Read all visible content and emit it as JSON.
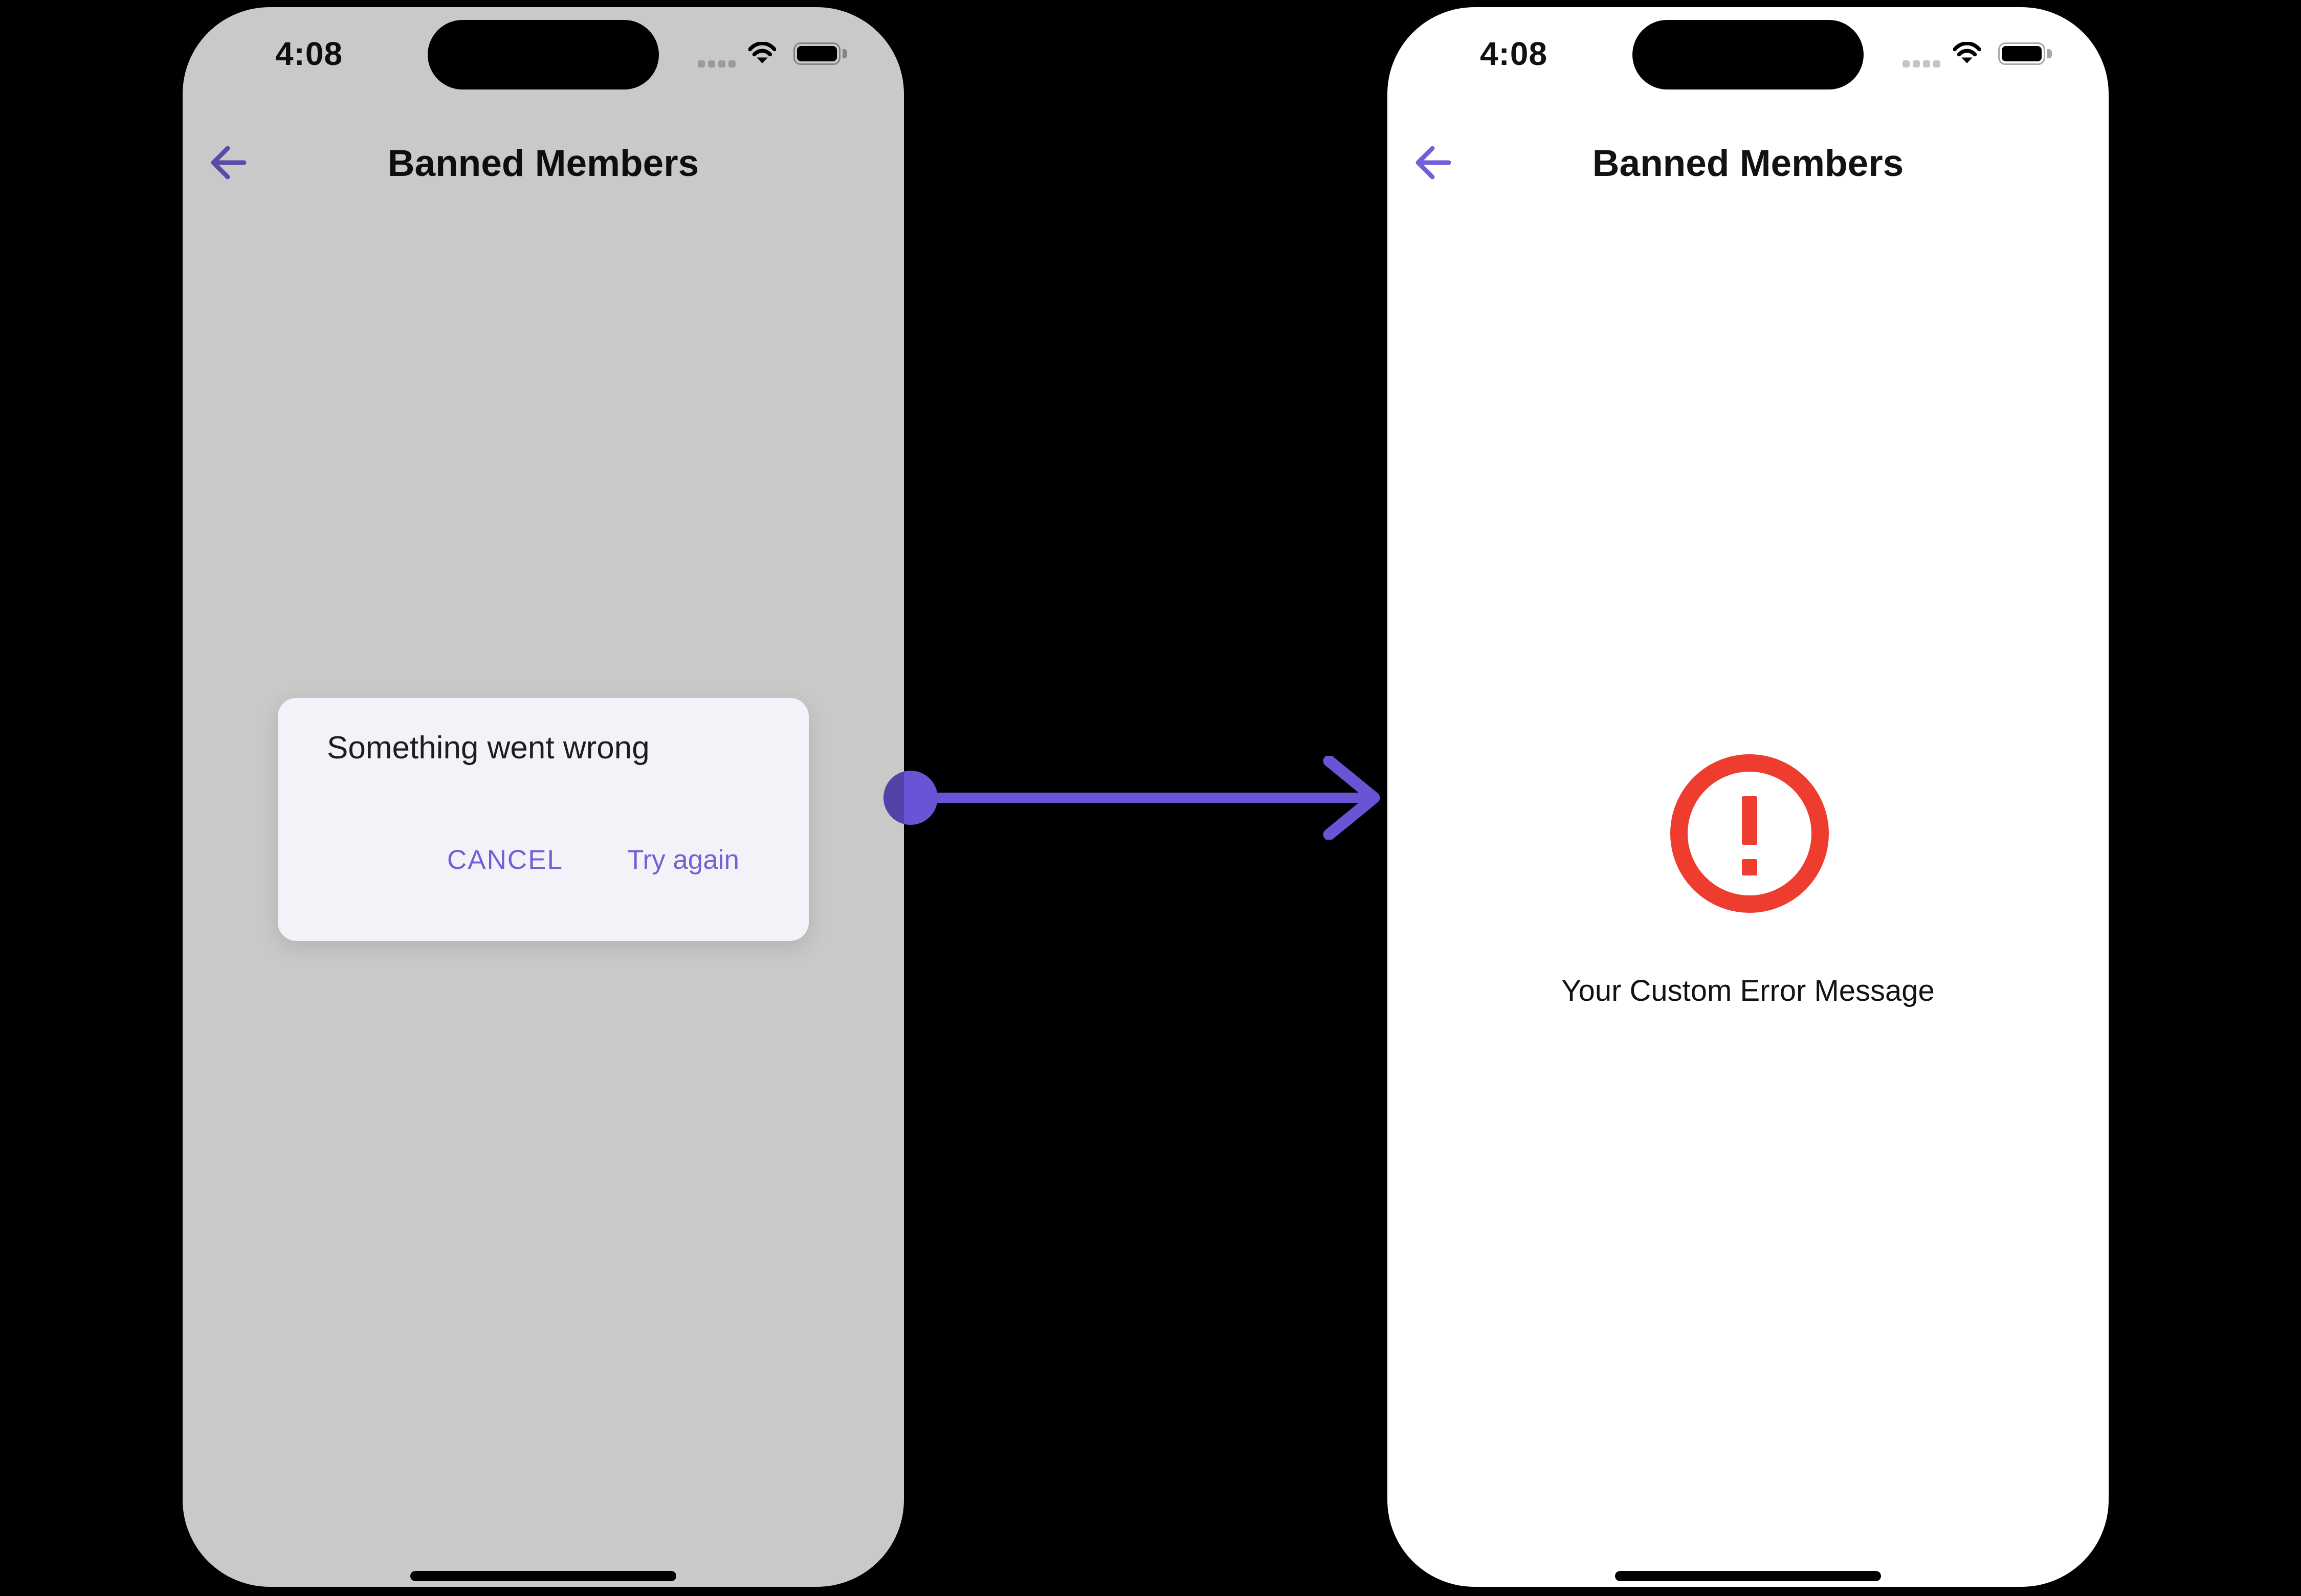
{
  "colors": {
    "canvas_bg": "#000000",
    "phone_bg": "#FFFFFF",
    "dim_overlay": "rgba(0,0,0,0.21)",
    "dialog_bg": "#F4F1F9",
    "accent_purple": "#7161D6",
    "connector_purple": "#6755D6",
    "error_red": "#EE3C2F",
    "status_dots": "#C5C5C5",
    "battery_outline": "#A8A8A8",
    "text_primary": "#121212",
    "dialog_text": "#1D1D20"
  },
  "left_phone": {
    "status_bar": {
      "time": "4:08",
      "cellular_icon": "cellular-signal-dots",
      "wifi_icon": "wifi-full",
      "battery_icon": "battery-full",
      "dynamic_island": "dynamic-island"
    },
    "nav": {
      "back_icon": "arrow-left",
      "title": "Banned Members"
    },
    "dialog": {
      "title": "Something went wrong",
      "cancel_label": "CANCEL",
      "confirm_label": "Try again"
    },
    "home_indicator": "home-indicator"
  },
  "right_phone": {
    "status_bar": {
      "time": "4:08",
      "cellular_icon": "cellular-signal-dots",
      "wifi_icon": "wifi-full",
      "battery_icon": "battery-full",
      "dynamic_island": "dynamic-island"
    },
    "nav": {
      "back_icon": "arrow-left",
      "title": "Banned Members"
    },
    "error_state": {
      "icon": "alert-circle",
      "message": "Your Custom Error Message"
    },
    "home_indicator": "home-indicator"
  },
  "connector": {
    "shape": "dot-line-arrowhead",
    "direction": "right"
  }
}
